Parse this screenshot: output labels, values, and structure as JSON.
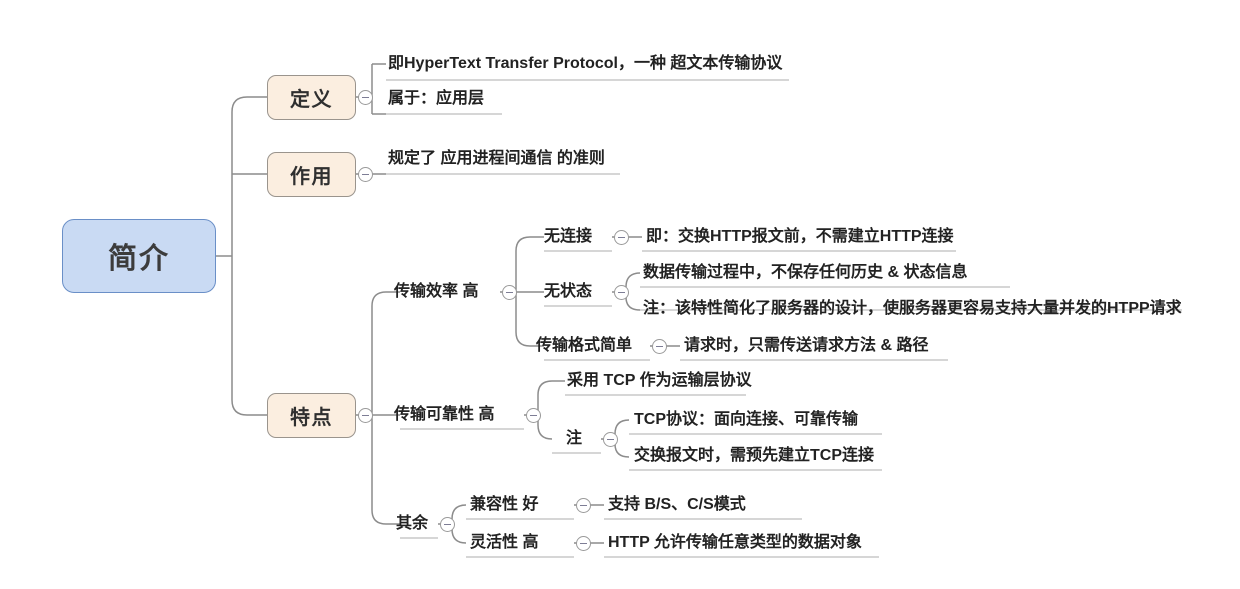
{
  "diagram": {
    "type": "mindmap",
    "title": "HTTP 简介",
    "colors": {
      "root_fill": "#c9daf3",
      "root_border": "#6a8fc7",
      "topic_fill": "#fbeee0",
      "topic_border": "#9a948d",
      "connector": "#8c8c8c",
      "underline": "#c8c8c8",
      "text": "#222222",
      "background": "#ffffff"
    }
  },
  "root": {
    "label": "简介"
  },
  "branches": [
    {
      "label": "定义",
      "children": [
        {
          "label": "即HyperText Transfer Protocol，一种 超文本传输协议"
        },
        {
          "label": "属于：应用层"
        }
      ]
    },
    {
      "label": "作用",
      "children": [
        {
          "label": "规定了 应用进程间通信 的准则"
        }
      ]
    },
    {
      "label": "特点",
      "children": [
        {
          "label": "传输效率 高",
          "children": [
            {
              "label": "无连接",
              "children": [
                {
                  "label": "即：交换HTTP报文前，不需建立HTTP连接"
                }
              ]
            },
            {
              "label": "无状态",
              "children": [
                {
                  "label": "数据传输过程中，不保存任何历史 & 状态信息"
                },
                {
                  "label": "注：该特性简化了服务器的设计，使服务器更容易支持大量并发的HTPP请求"
                }
              ]
            },
            {
              "label": "传输格式简单",
              "children": [
                {
                  "label": "请求时，只需传送请求方法 & 路径"
                }
              ]
            }
          ]
        },
        {
          "label": "传输可靠性 高",
          "children": [
            {
              "label": "采用 TCP 作为运输层协议"
            },
            {
              "label": "注",
              "children": [
                {
                  "label": "TCP协议：面向连接、可靠传输"
                },
                {
                  "label": "交换报文时，需预先建立TCP连接"
                }
              ]
            }
          ]
        },
        {
          "label": "其余",
          "children": [
            {
              "label": "兼容性 好",
              "children": [
                {
                  "label": "支持 B/S、C/S模式"
                }
              ]
            },
            {
              "label": "灵活性 高",
              "children": [
                {
                  "label": "HTTP 允许传输任意类型的数据对象"
                }
              ]
            }
          ]
        }
      ]
    }
  ],
  "toggles": {
    "icon": "collapse-minus-icon",
    "count": 13
  }
}
